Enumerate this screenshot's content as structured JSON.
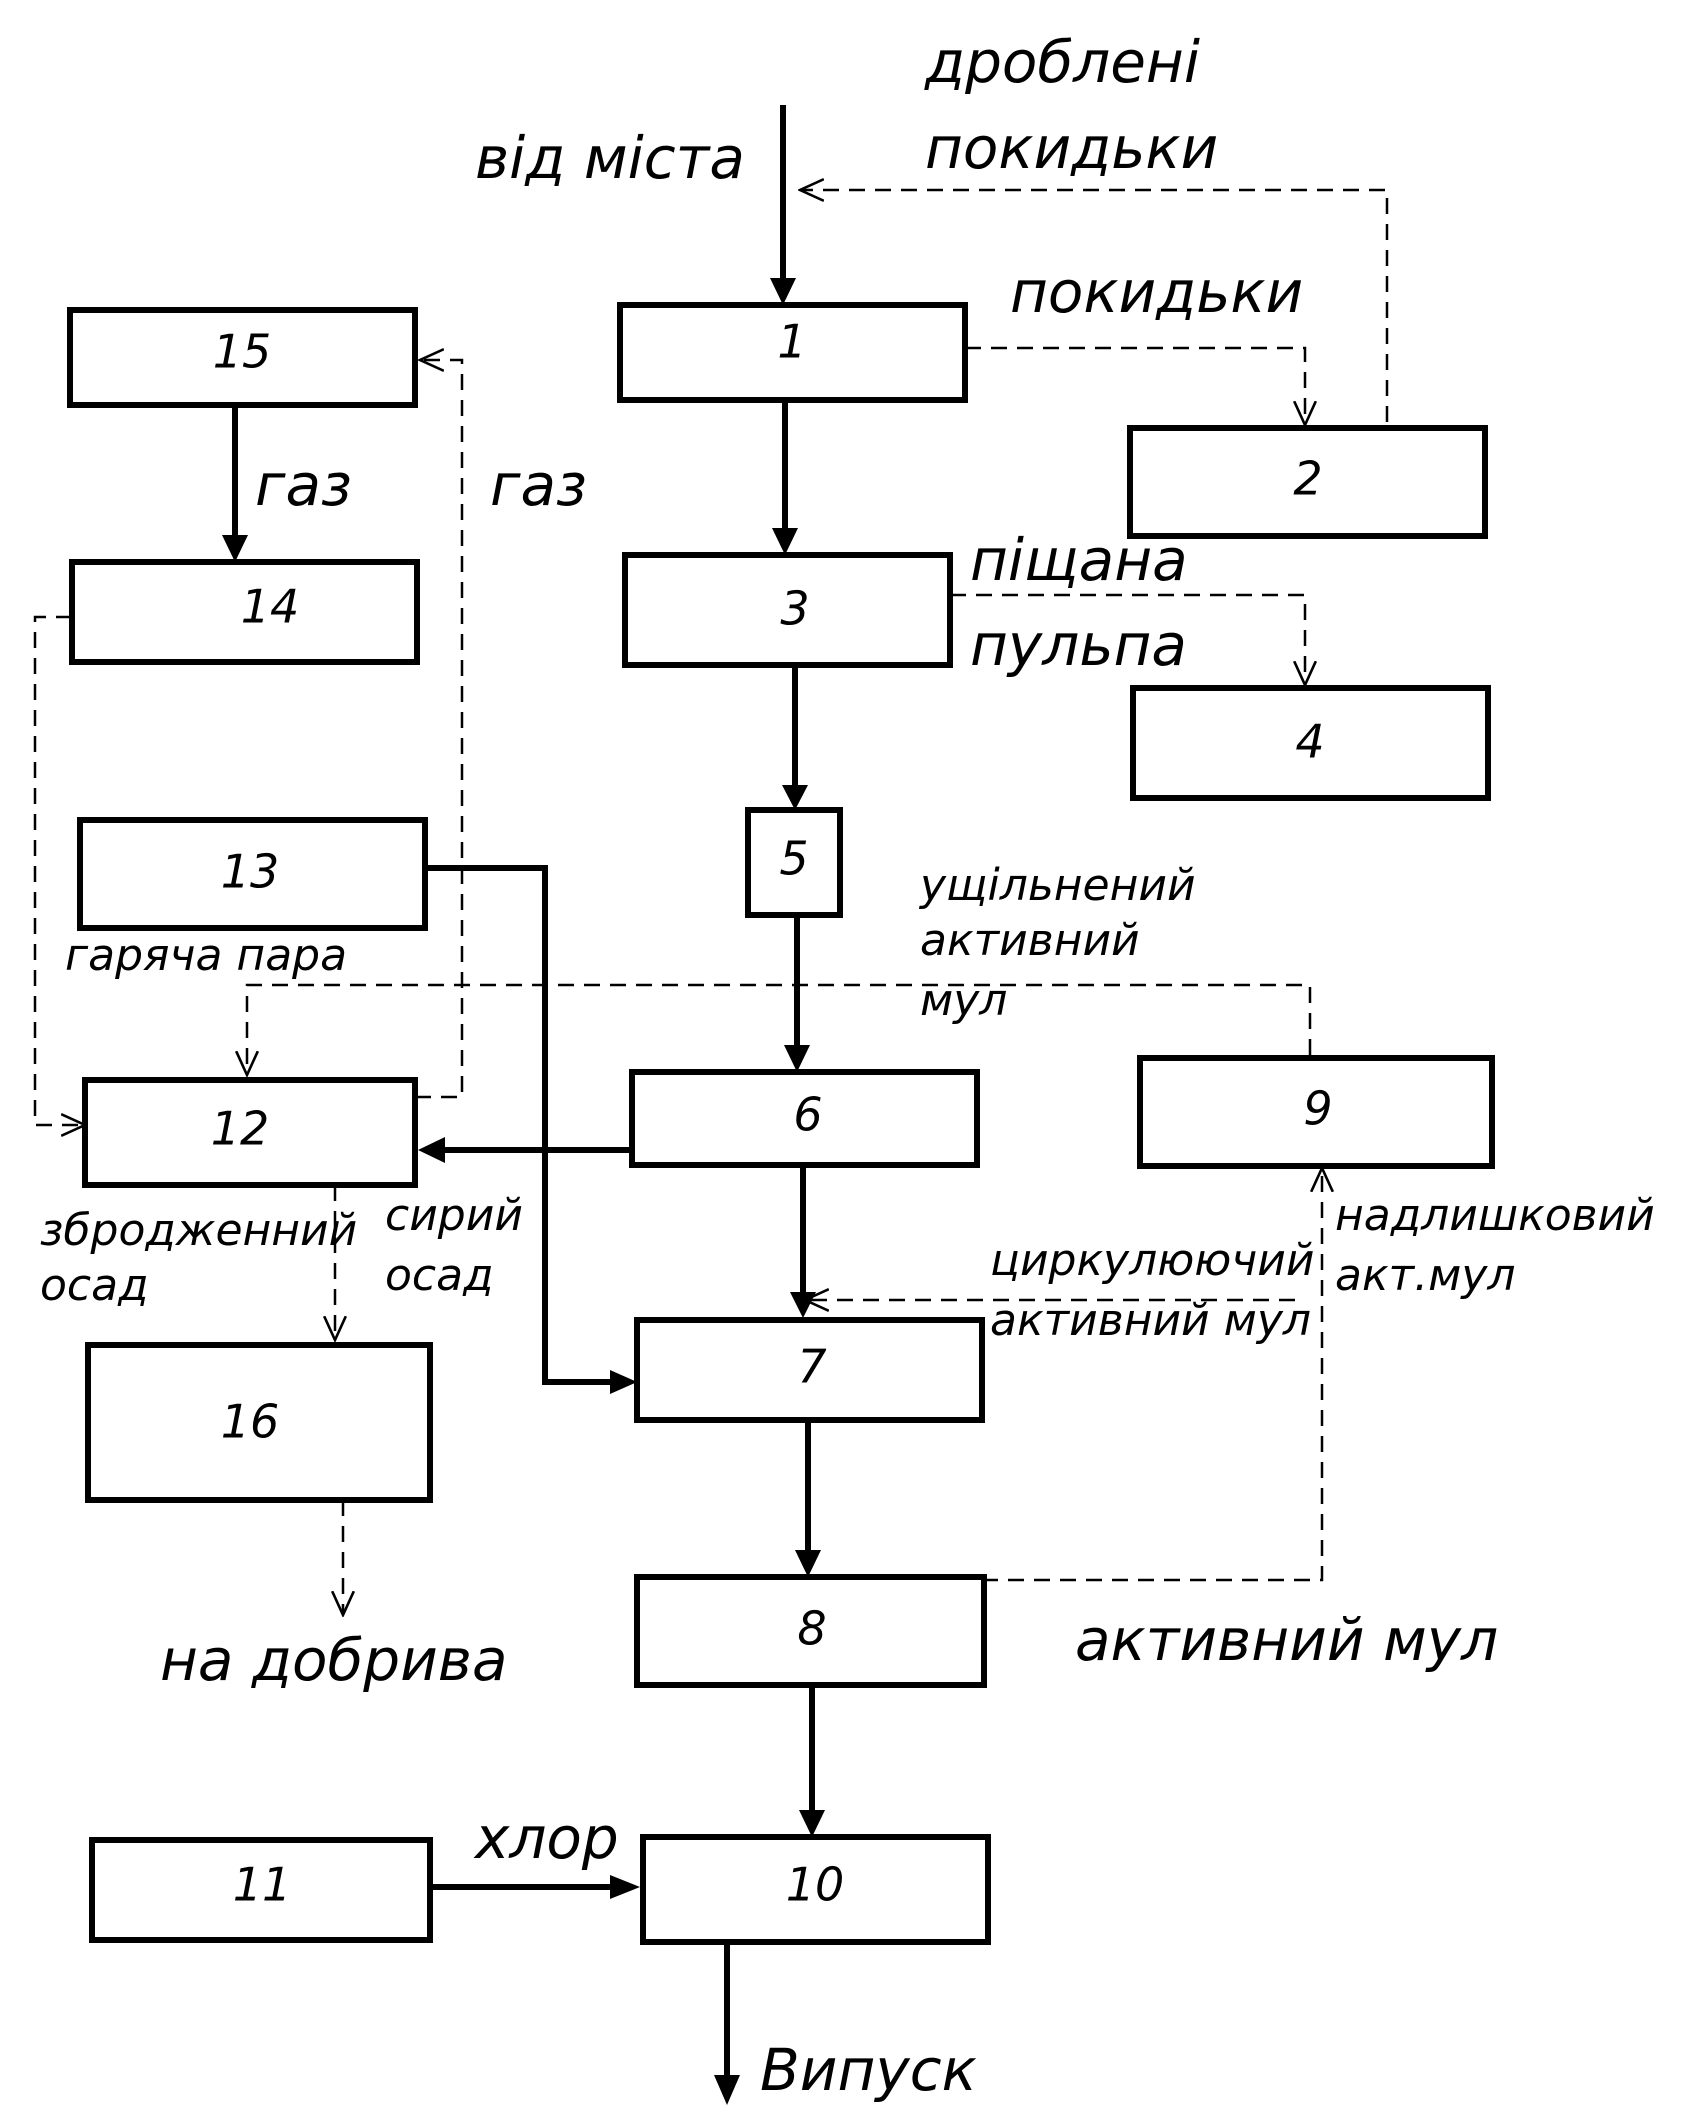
{
  "diagram": {
    "blocks": {
      "b1": "1",
      "b2": "2",
      "b3": "3",
      "b4": "4",
      "b5": "5",
      "b6": "6",
      "b7": "7",
      "b8": "8",
      "b9": "9",
      "b10": "10",
      "b11": "11",
      "b12": "12",
      "b13": "13",
      "b14": "14",
      "b15": "15",
      "b16": "16"
    },
    "labels": {
      "from_city": "від міста",
      "crushed_waste_1": "дроблені",
      "crushed_waste_2": "покидьки",
      "waste": "покидьки",
      "gas_left": "газ",
      "gas_right": "газ",
      "sand_pulp_1": "піщана",
      "sand_pulp_2": "пульпа",
      "compacted_sludge_1": "ущільнений",
      "compacted_sludge_2": "активний",
      "compacted_sludge_3": "мул",
      "hot_steam": "гаряча пара",
      "digested_sediment_1": "збродженний",
      "digested_sediment_2": "осад",
      "raw_sediment_1": "сирий",
      "raw_sediment_2": "осад",
      "excess_sludge_1": "надлишковий",
      "excess_sludge_2": "акт.мул",
      "circulating_sludge_1": "циркулюючий",
      "circulating_sludge_2": "активний мул",
      "activated_sludge": "активний мул",
      "to_fertilizers": "на добрива",
      "chlorine": "хлор",
      "outlet": "Випуск"
    }
  }
}
